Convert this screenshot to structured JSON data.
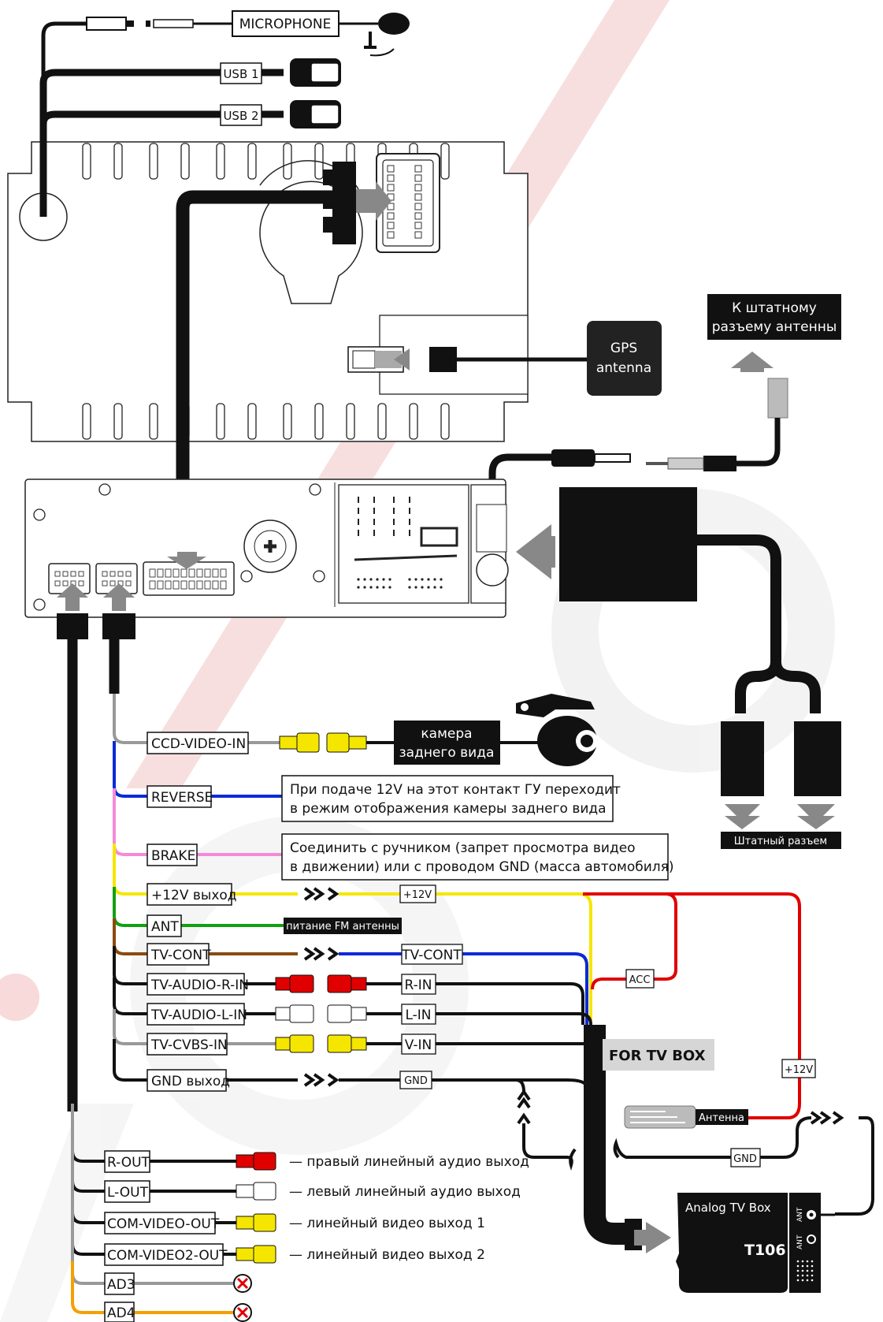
{
  "top_cables": {
    "microphone": "MICROPHONE",
    "usb1": "USB 1",
    "usb2": "USB 2"
  },
  "gps": {
    "label_line1": "GPS",
    "label_line2": "antenna"
  },
  "antenna_connector": {
    "line1": "К штатному",
    "line2": "разъему антенны"
  },
  "factory_connector": "Штатный разъем",
  "wires": {
    "ccd_video_in": "CCD-VIDEO-IN",
    "reverse": "REVERSE",
    "brake": "BRAKE",
    "plus12v_out": "+12V выход",
    "ant": "ANT",
    "tv_cont": "TV-CONT",
    "tv_audio_r_in": "TV-AUDIO-R-IN",
    "tv_audio_l_in": "TV-AUDIO-L-IN",
    "tv_cvbs_in": "TV-CVBS-IN",
    "gnd_out": "GND выход",
    "r_out": "R-OUT",
    "l_out": "L-OUT",
    "com_video_out": "COM-VIDEO-OUT",
    "com_video2_out": "COM-VIDEO2-OUT",
    "ad3": "AD3",
    "ad4": "AD4"
  },
  "camera": {
    "line1": "камера",
    "line2": "заднего вида"
  },
  "notes": {
    "reverse_line1": "При подаче 12V на этот контакт ГУ переходит",
    "reverse_line2": "в режим отображения камеры заднего вида",
    "brake_line1": "Соединить с ручником (запрет просмотра видео",
    "brake_line2": "в движении) или с проводом GND (масса автомобиля)",
    "fm_power": "питание FM антенны"
  },
  "tv_box_inputs": {
    "plus12v": "+12V",
    "tv_cont": "TV-CONT",
    "r_in": "R-IN",
    "l_in": "L-IN",
    "v_in": "V-IN",
    "gnd": "GND",
    "acc": "ACC",
    "plus12v_right": "+12V",
    "gnd_right": "GND",
    "antenna": "Антенна"
  },
  "for_tv_box": "FOR TV BOX",
  "outputs": {
    "r_out_desc": "— правый линейный аудио выход",
    "l_out_desc": "— левый линейный аудио выход",
    "video1_desc": "— линейный видео выход 1",
    "video2_desc": "— линейный видео выход 2"
  },
  "tv_box": {
    "title": "Analog TV Box",
    "model": "T106",
    "ant_top": "ANT",
    "ant_bottom": "ANT"
  },
  "colors": {
    "black": "#111111",
    "gray": "#a6a6a6",
    "blue": "#0a2bd6",
    "pink": "#f48ad8",
    "yellow": "#f5e600",
    "green": "#12a012",
    "brown": "#8b4a0f",
    "red": "#e00000",
    "orange": "#f5a000",
    "watermark": "#f7e3e3"
  }
}
